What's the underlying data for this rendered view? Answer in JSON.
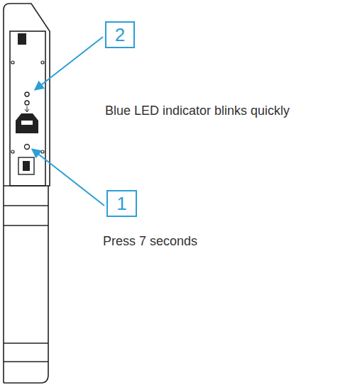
{
  "diagram": {
    "nodes": [
      {
        "text": [
          "2"
        ]
      },
      {
        "text": [
          "1"
        ]
      }
    ],
    "labels": [
      "Blue LED indicator blinks quickly",
      "Press 7 seconds"
    ]
  }
}
